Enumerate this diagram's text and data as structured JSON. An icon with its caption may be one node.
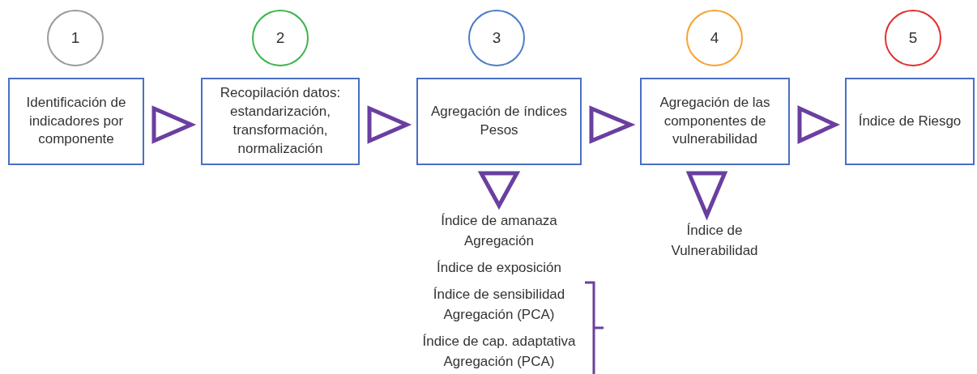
{
  "diagram": {
    "nodes": [
      {
        "text": [
          "1"
        ]
      },
      {
        "text": [
          "2"
        ]
      },
      {
        "text": [
          "3"
        ]
      },
      {
        "text": [
          "4"
        ]
      },
      {
        "text": [
          "5"
        ]
      },
      {
        "text": [
          "Identificación de indicadores por componente"
        ]
      },
      {
        "text": [
          "Recopilación datos: estandarización, transformación, normalización"
        ]
      },
      {
        "text": [
          "Agregación de índices Pesos"
        ]
      },
      {
        "text": [
          "Agregación de las componentes de vulnerabilidad"
        ]
      },
      {
        "text": [
          "Índice de Riesgo"
        ]
      },
      {
        "text": [
          "Índice de amanaza Agregación",
          "Índice de exposición",
          "Índice de sensibilidad Agregación (PCA)",
          "Índice de cap. adaptativa Agregación (PCA)"
        ]
      },
      {
        "text": [
          "Índice de Vulnerabilidad"
        ]
      }
    ],
    "edges": [
      {
        "from": 5,
        "to": 6,
        "arrow": "to"
      },
      {
        "from": 6,
        "to": 7,
        "arrow": "to"
      },
      {
        "from": 7,
        "to": 8,
        "arrow": "to"
      },
      {
        "from": 8,
        "to": 9,
        "arrow": "to"
      },
      {
        "from": 7,
        "to": 10,
        "arrow": "to"
      },
      {
        "from": 8,
        "to": 11,
        "arrow": "to"
      }
    ]
  }
}
